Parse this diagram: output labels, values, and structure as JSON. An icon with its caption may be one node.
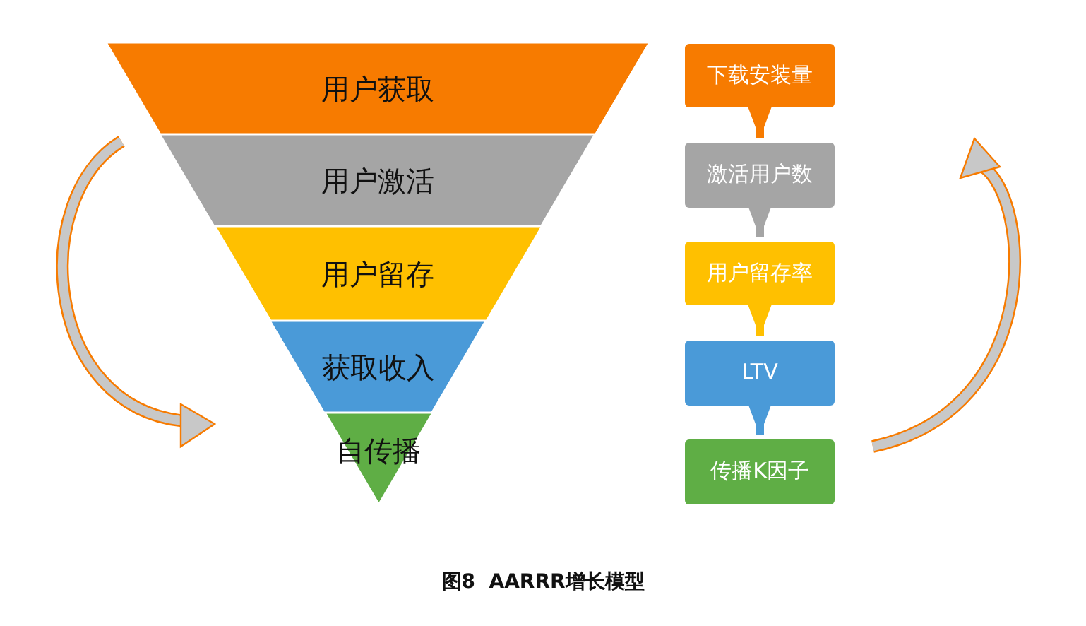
{
  "diagram": {
    "caption": "图8  AARRR增长模型",
    "nodes": [
      {
        "text": [
          "用户获取"
        ]
      },
      {
        "text": [
          "用户激活"
        ]
      },
      {
        "text": [
          "用户留存"
        ]
      },
      {
        "text": [
          "获取收入"
        ]
      },
      {
        "text": [
          "自传播"
        ]
      },
      {
        "text": [
          "下载安装量"
        ]
      },
      {
        "text": [
          "激活用户数"
        ]
      },
      {
        "text": [
          "用户留存率"
        ]
      },
      {
        "text": [
          "LTV"
        ]
      },
      {
        "text": [
          "传播K因子"
        ]
      }
    ],
    "edges": [
      {
        "from": 5,
        "to": 6,
        "arrow": "to",
        "color": "#f77b00"
      },
      {
        "from": 6,
        "to": 7,
        "arrow": "to",
        "color": "#a5a5a5"
      },
      {
        "from": 7,
        "to": 8,
        "arrow": "to",
        "color": "#ffc000"
      },
      {
        "from": 8,
        "to": 9,
        "arrow": "to",
        "color": "#4a9ad8"
      }
    ]
  }
}
